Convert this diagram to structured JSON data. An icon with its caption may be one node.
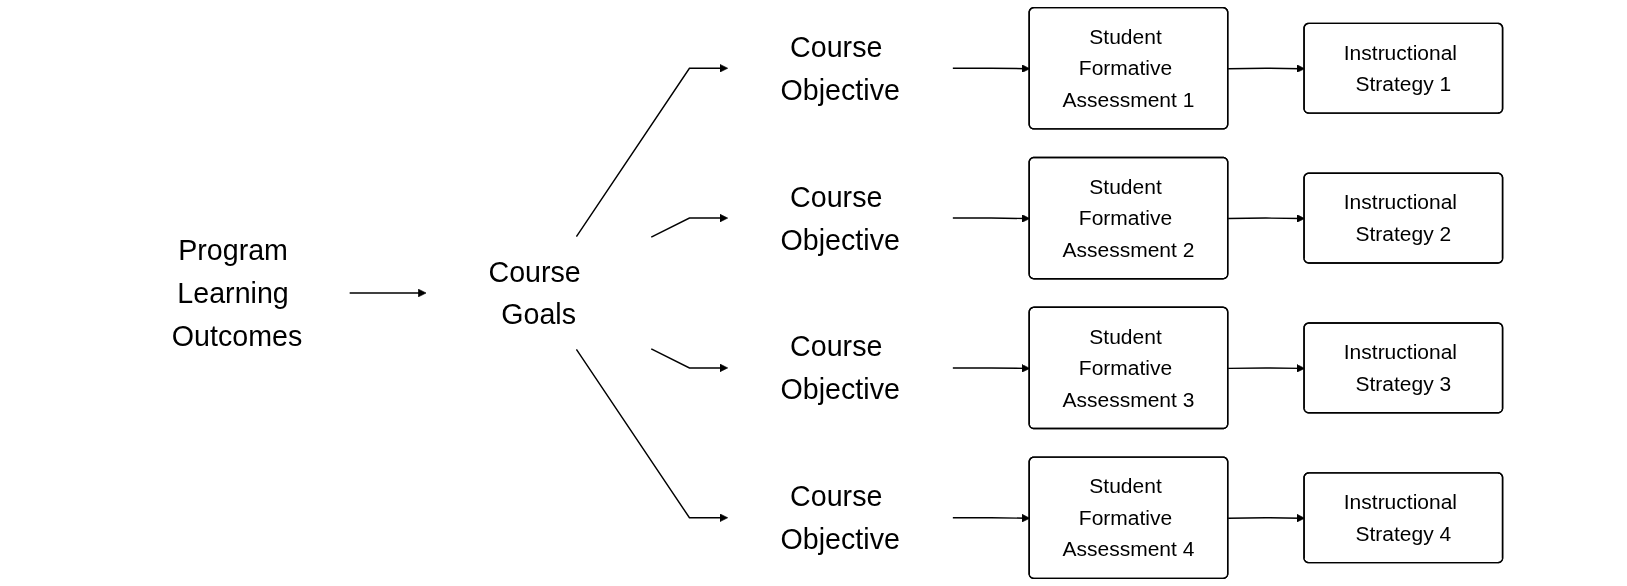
{
  "diagram": {
    "nodes": [
      {
        "text": [
          "Program Learning Outcomes"
        ]
      },
      {
        "text": [
          "Course Goals"
        ]
      },
      {
        "text": [
          "Course Objective"
        ]
      },
      {
        "text": [
          "Student Formative Assessment 1"
        ]
      },
      {
        "text": [
          "Instructional Strategy 1"
        ]
      },
      {
        "text": [
          "Course Objective"
        ]
      },
      {
        "text": [
          "Student Formative Assessment 2"
        ]
      },
      {
        "text": [
          "Instructional Strategy 2"
        ]
      },
      {
        "text": [
          "Course Objective"
        ]
      },
      {
        "text": [
          "Student Formative Assessment 3"
        ]
      },
      {
        "text": [
          "Instructional Strategy 3"
        ]
      },
      {
        "text": [
          "Course Objective"
        ]
      },
      {
        "text": [
          "Student Formative Assessment 4"
        ]
      },
      {
        "text": [
          "Instructional Strategy 4"
        ]
      }
    ],
    "edges": [
      {
        "from": 0,
        "to": 1,
        "arrow": "to"
      },
      {
        "from": 1,
        "to": 2,
        "arrow": "to"
      },
      {
        "from": 1,
        "to": 5,
        "arrow": "to"
      },
      {
        "from": 1,
        "to": 8,
        "arrow": "to"
      },
      {
        "from": 1,
        "to": 11,
        "arrow": "to"
      },
      {
        "from": 2,
        "to": 3,
        "arrow": "to"
      },
      {
        "from": 3,
        "to": 4,
        "arrow": "to"
      },
      {
        "from": 5,
        "to": 6,
        "arrow": "to"
      },
      {
        "from": 6,
        "to": 7,
        "arrow": "to"
      },
      {
        "from": 8,
        "to": 9,
        "arrow": "to"
      },
      {
        "from": 9,
        "to": 10,
        "arrow": "to"
      },
      {
        "from": 11,
        "to": 12,
        "arrow": "to"
      },
      {
        "from": 12,
        "to": 13,
        "arrow": "to"
      }
    ]
  }
}
